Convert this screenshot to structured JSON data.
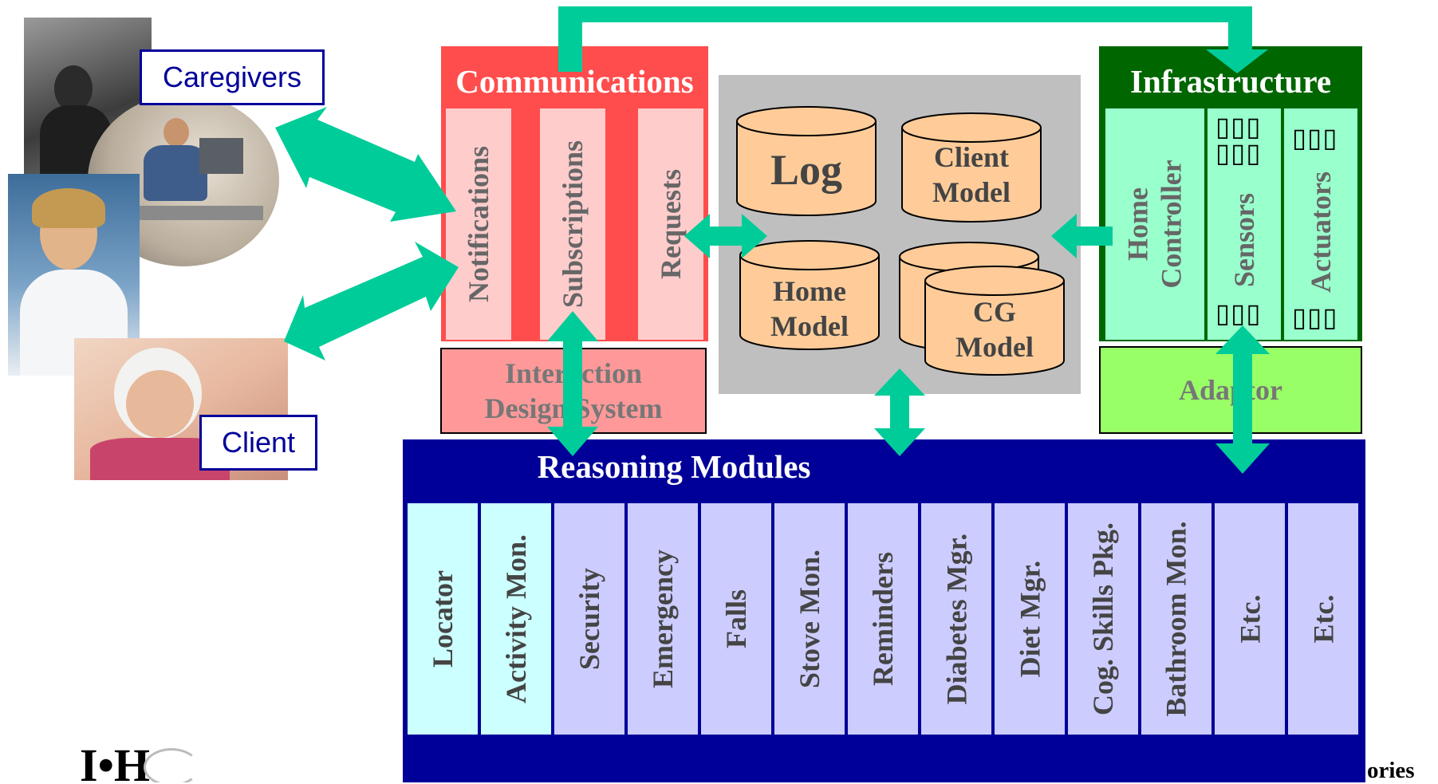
{
  "colors": {
    "arrow": "#00CC99",
    "communications": "#FF4D4D",
    "communications_slot": "#FFCCCC",
    "interaction": "#FF9999",
    "data_store": "#BFBFBF",
    "cylinder": "#FFCC99",
    "infrastructure": "#006600",
    "infrastructure_slot": "#99FFCC",
    "adaptor": "#99FF66",
    "reasoning": "#000099",
    "module_cyan": "#CCFFFF",
    "module_lavender": "#CCCCFF"
  },
  "people": {
    "caregivers_label": "Caregivers",
    "client_label": "Client"
  },
  "communications": {
    "title": "Communications",
    "slots": [
      "Notifications",
      "Subscriptions",
      "Requests"
    ]
  },
  "interaction": {
    "line1": "Interaction",
    "line2": "Design System"
  },
  "data_store": {
    "log": "Log",
    "client_model": [
      "Client",
      "Model"
    ],
    "home_model": [
      "Home",
      "Model"
    ],
    "cg_model": [
      "CG",
      "Model"
    ]
  },
  "infrastructure": {
    "title": "Infrastructure",
    "home_controller": [
      "Home",
      "Controller"
    ],
    "sensors": "Sensors",
    "actuators": "Actuators",
    "glyph_row": "▯▯▯"
  },
  "adaptor": {
    "label": "Adaptor"
  },
  "reasoning": {
    "title": "Reasoning Modules",
    "modules": [
      {
        "label": "Locator",
        "tone": "cyan"
      },
      {
        "label": "Activity Mon.",
        "tone": "cyan"
      },
      {
        "label": "Security",
        "tone": "lavender"
      },
      {
        "label": "Emergency",
        "tone": "lavender"
      },
      {
        "label": "Falls",
        "tone": "lavender"
      },
      {
        "label": "Stove Mon.",
        "tone": "lavender"
      },
      {
        "label": "Reminders",
        "tone": "lavender"
      },
      {
        "label": "Diabetes Mgr.",
        "tone": "lavender"
      },
      {
        "label": "Diet Mgr.",
        "tone": "lavender"
      },
      {
        "label": "Cog. Skills Pkg.",
        "tone": "lavender"
      },
      {
        "label": "Bathroom Mon.",
        "tone": "lavender"
      },
      {
        "label": "Etc.",
        "tone": "lavender"
      },
      {
        "label": "Etc.",
        "tone": "lavender"
      }
    ]
  },
  "footer": {
    "logo_text": "I•H",
    "right_text": "ories"
  }
}
